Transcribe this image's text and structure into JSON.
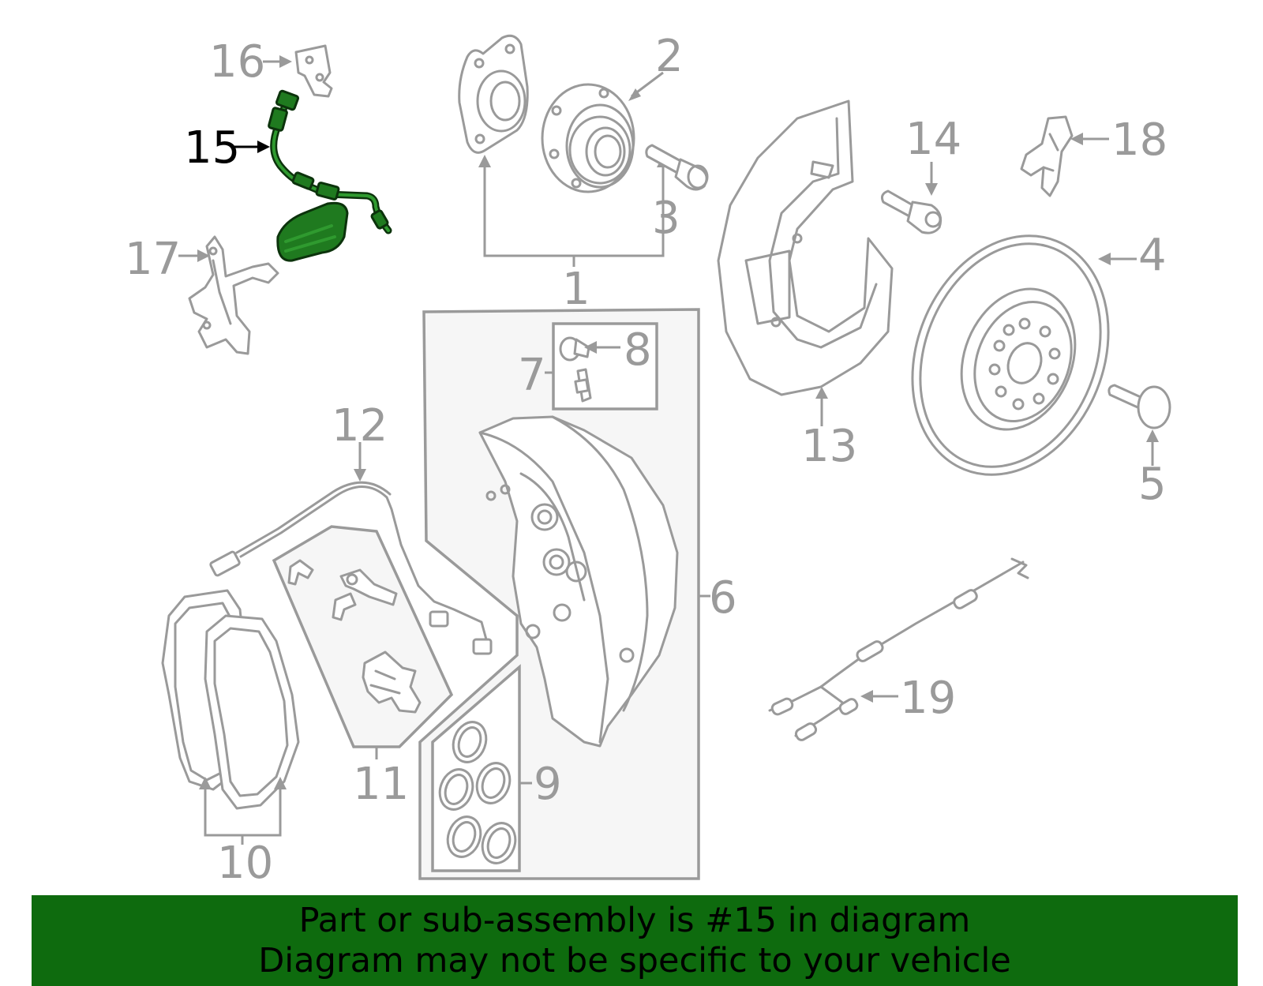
{
  "callouts": {
    "c1": "1",
    "c2": "2",
    "c3": "3",
    "c4": "4",
    "c5": "5",
    "c6": "6",
    "c7": "7",
    "c8": "8",
    "c9": "9",
    "c10": "10",
    "c11": "11",
    "c12": "12",
    "c13": "13",
    "c14": "14",
    "c15": "15",
    "c16": "16",
    "c17": "17",
    "c18": "18",
    "c19": "19"
  },
  "highlighted_part": "15",
  "colors": {
    "highlight": "#1f7a1f",
    "line_art": "#9a9a9a",
    "banner_bg": "#0e6b0e",
    "banner_text": "#000000"
  },
  "banner": {
    "line1": "Part or sub-assembly is #15 in diagram",
    "line2": "Diagram may not be specific to your vehicle"
  }
}
